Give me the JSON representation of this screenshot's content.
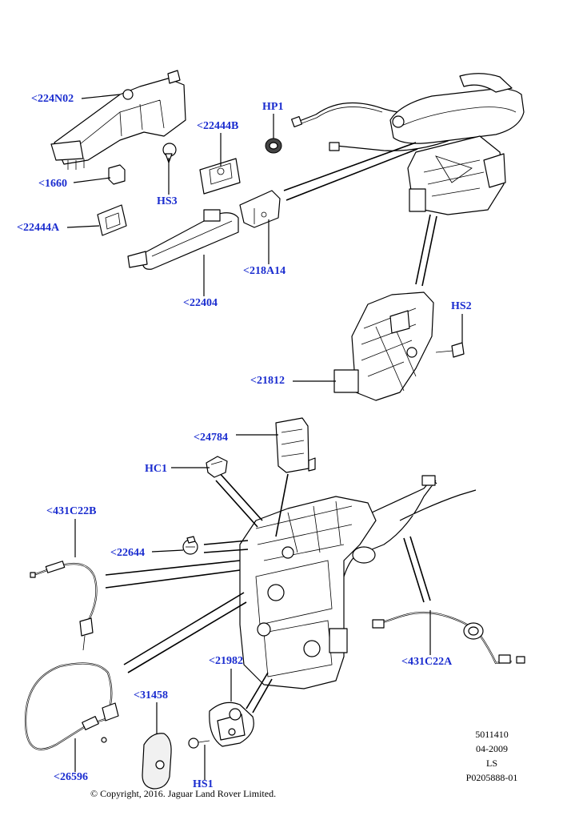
{
  "callouts": {
    "c224n02": "<224N02",
    "c1660": "<1660",
    "c22444a": "<22444A",
    "hs3": "HS3",
    "c22444b": "<22444B",
    "hp1": "HP1",
    "c218a14": "<218A14",
    "c22404": "<22404",
    "hs2": "HS2",
    "c21812": "<21812",
    "c24784": "<24784",
    "hc1": "HC1",
    "c431c22b": "<431C22B",
    "c22644": "<22644",
    "c431c22a": "<431C22A",
    "c21982": "<21982",
    "c31458": "<31458",
    "c26596": "<26596",
    "hs1": "HS1"
  },
  "meta": {
    "code": "5011410",
    "date": "04-2009",
    "initials": "LS",
    "ref": "P0205888-01"
  },
  "copyright": "© Copyright, 2016. Jaguar Land Rover Limited.",
  "label_color": "#1a2ccf"
}
